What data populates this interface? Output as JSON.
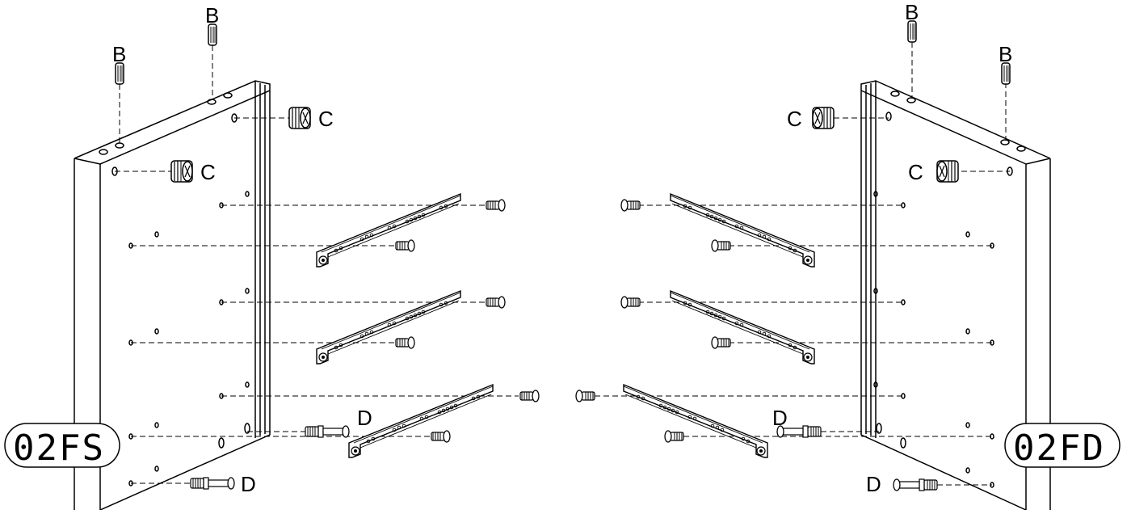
{
  "labels": {
    "pin": "B",
    "cam": "C",
    "bolt": "D"
  },
  "panels": {
    "left": {
      "code": "02FS"
    },
    "right": {
      "code": "02FD"
    }
  },
  "colors": {
    "ink": "#000000",
    "paper": "#ffffff"
  }
}
